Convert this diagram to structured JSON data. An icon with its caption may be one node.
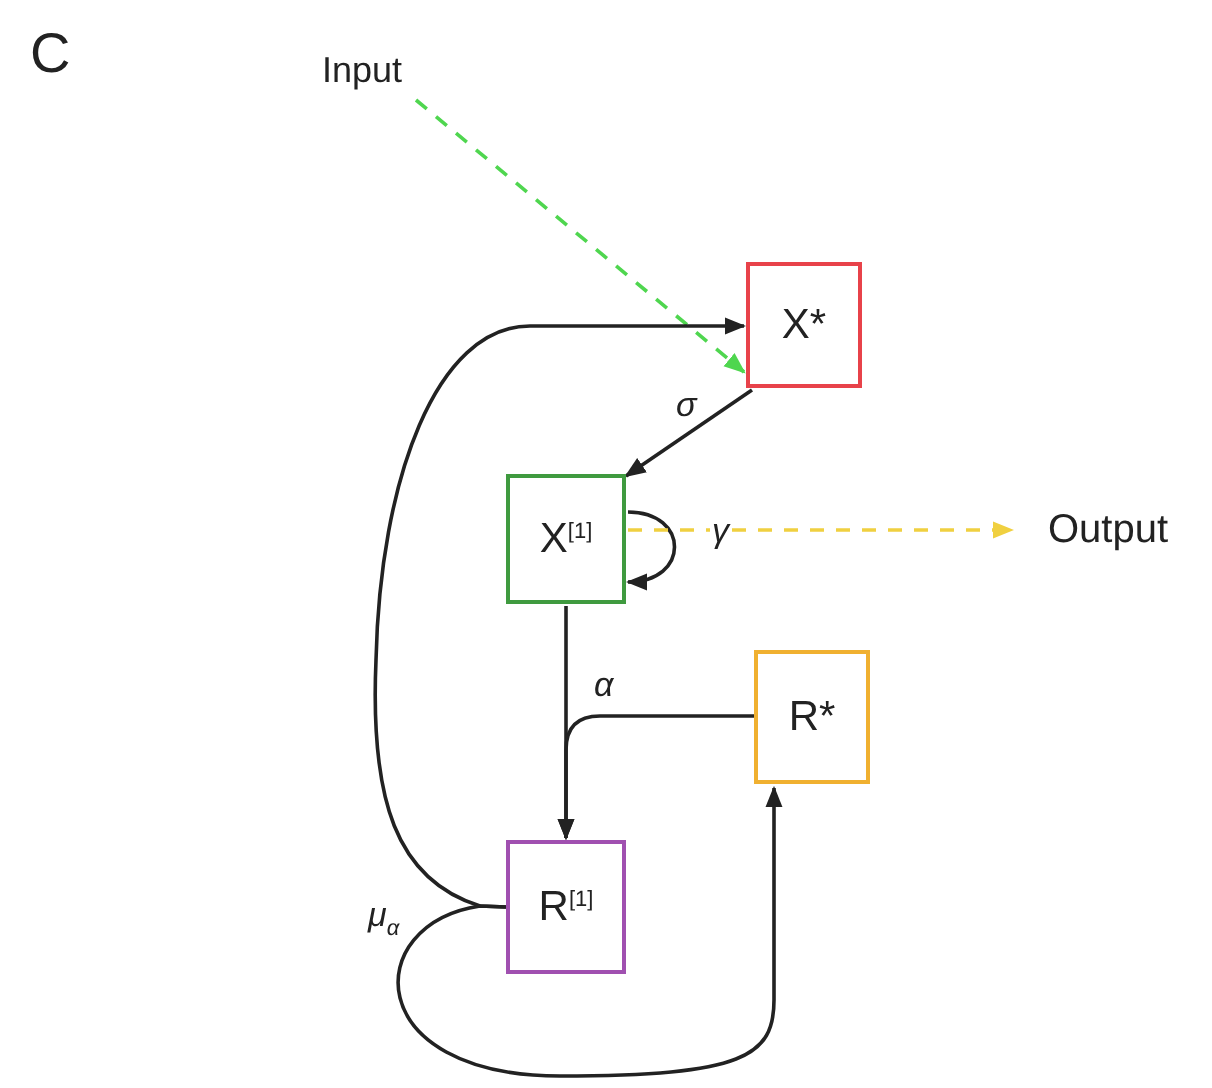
{
  "diagram": {
    "nodes": [
      {
        "text": [
          "Input"
        ]
      },
      {
        "text": [
          "X*"
        ]
      },
      {
        "text": [
          "X$^{[1]}$"
        ]
      },
      {
        "text": [
          "Output"
        ]
      },
      {
        "text": [
          "R*"
        ]
      },
      {
        "text": [
          "R$^{[1]}$"
        ]
      }
    ],
    "edges": [
      {
        "from": 0,
        "to": 1,
        "arrow": "to",
        "style": "dashed",
        "color": "#4fd64f"
      },
      {
        "from": 1,
        "to": 2,
        "arrow": "to",
        "label": "σ"
      },
      {
        "from": 2,
        "to": 2,
        "arrow": "to",
        "label": "γ"
      },
      {
        "from": 2,
        "to": 3,
        "arrow": "to",
        "style": "dashed",
        "color": "#f0d040"
      },
      {
        "from": 2,
        "to": 5,
        "arrow": "to",
        "label": "α"
      },
      {
        "from": 4,
        "to": 5,
        "arrow": "to"
      },
      {
        "from": 5,
        "to": 1,
        "arrow": "to",
        "label": "μ$_{α}$"
      },
      {
        "from": 5,
        "to": 4,
        "arrow": "to"
      }
    ],
    "labels": [
      "C"
    ]
  }
}
